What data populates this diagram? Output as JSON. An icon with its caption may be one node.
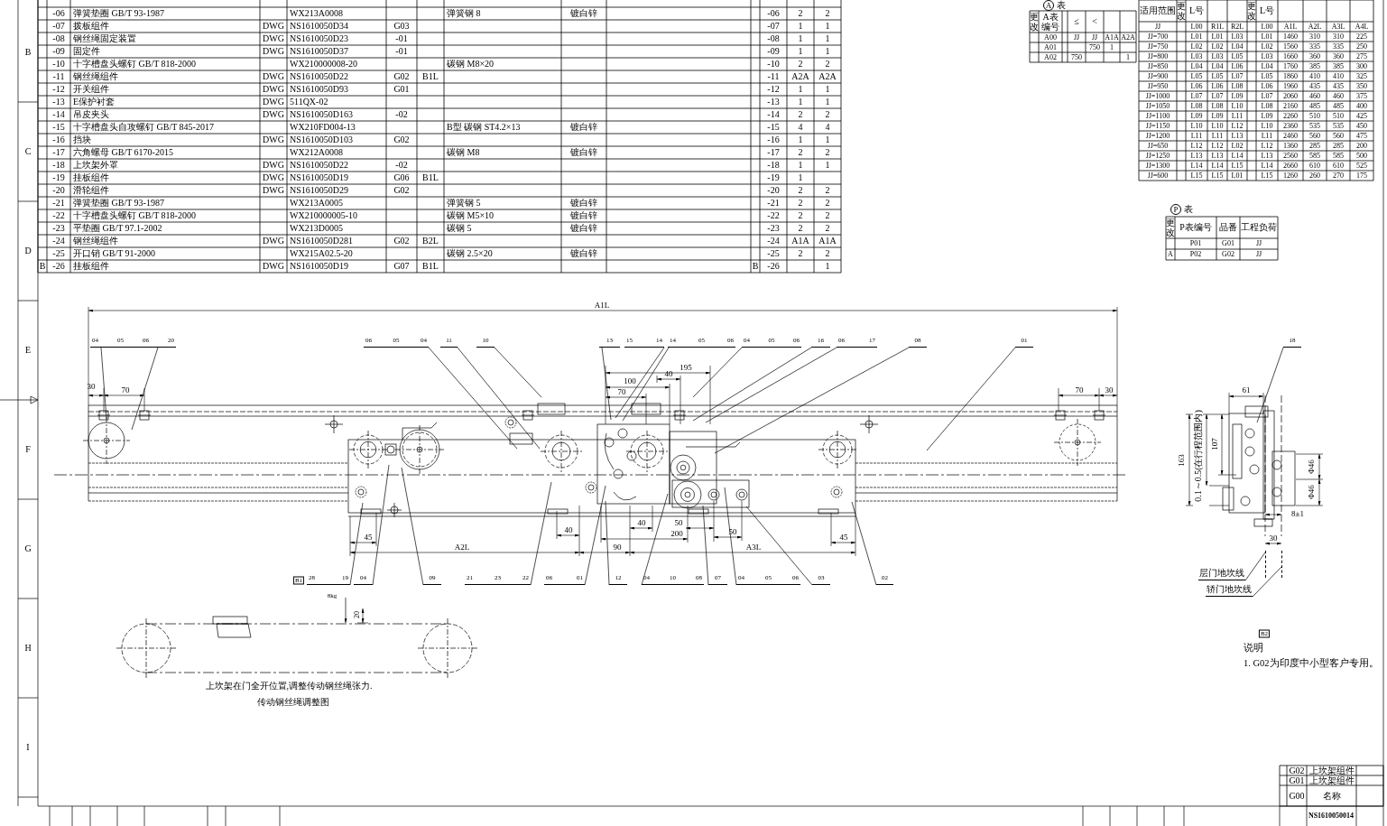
{
  "diagram": {
    "nodes": [
      {
        "text": [
          "04",
          "05",
          "06",
          "20"
        ]
      },
      {
        "text": [
          "06",
          "05",
          "04"
        ]
      },
      {
        "text": [
          "11"
        ]
      },
      {
        "text": [
          "10"
        ]
      },
      {
        "text": [
          "13"
        ]
      },
      {
        "text": [
          "15",
          "14"
        ]
      },
      {
        "text": [
          "14",
          "05",
          "06"
        ]
      },
      {
        "text": [
          "04",
          "05",
          "06"
        ]
      },
      {
        "text": [
          "16"
        ]
      },
      {
        "text": [
          "06",
          "17"
        ]
      },
      {
        "text": [
          "08"
        ]
      },
      {
        "text": [
          "01"
        ]
      },
      {
        "text": [
          "18"
        ]
      },
      {
        "text": [
          "28",
          "19"
        ]
      },
      {
        "text": [
          "04"
        ]
      },
      {
        "text": [
          "09"
        ]
      },
      {
        "text": [
          "21",
          "23",
          "22"
        ]
      },
      {
        "text": [
          "06",
          "01"
        ]
      },
      {
        "text": [
          "12"
        ]
      },
      {
        "text": [
          "04",
          "10",
          "08"
        ]
      },
      {
        "text": [
          "07"
        ]
      },
      {
        "text": [
          "04",
          "05",
          "06"
        ]
      },
      {
        "text": [
          "03"
        ]
      },
      {
        "text": [
          "02"
        ]
      },
      {
        "text": [
          "层门地坎线"
        ]
      },
      {
        "text": [
          "轿门地坎线"
        ]
      },
      {
        "text": [],
        "shape": "line"
      },
      {
        "text": [],
        "shape": "line"
      },
      {
        "text": [],
        "shape": "picture"
      },
      {
        "text": [],
        "shape": "picture"
      }
    ],
    "edges": [
      {
        "from": 0,
        "to": 28,
        "arrow": "none"
      },
      {
        "from": 0,
        "to": 28,
        "arrow": "none"
      },
      {
        "from": 1,
        "to": 28,
        "arrow": "none"
      },
      {
        "from": 2,
        "to": 28,
        "arrow": "none"
      },
      {
        "from": 3,
        "to": 28,
        "arrow": "none"
      },
      {
        "from": 4,
        "to": 28,
        "arrow": "none"
      },
      {
        "from": 5,
        "to": 28,
        "arrow": "none"
      },
      {
        "from": 6,
        "to": 28,
        "arrow": "none"
      },
      {
        "from": 7,
        "to": 28,
        "arrow": "none"
      },
      {
        "from": 8,
        "to": 28,
        "arrow": "none"
      },
      {
        "from": 9,
        "to": 28,
        "arrow": "none"
      },
      {
        "from": 10,
        "to": 28,
        "arrow": "none"
      },
      {
        "from": 11,
        "to": 28,
        "arrow": "none"
      },
      {
        "from": 12,
        "to": 29,
        "arrow": "none"
      },
      {
        "from": 13,
        "to": 28,
        "arrow": "none"
      },
      {
        "from": 14,
        "to": 28,
        "arrow": "none"
      },
      {
        "from": 15,
        "to": 28,
        "arrow": "none"
      },
      {
        "from": 16,
        "to": 28,
        "arrow": "none"
      },
      {
        "from": 17,
        "to": 28,
        "arrow": "none"
      },
      {
        "from": 18,
        "to": 28,
        "arrow": "none"
      },
      {
        "from": 19,
        "to": 28,
        "arrow": "none"
      },
      {
        "from": 20,
        "to": 28,
        "arrow": "none"
      },
      {
        "from": 21,
        "to": 28,
        "arrow": "none"
      },
      {
        "from": 22,
        "to": 28,
        "arrow": "none"
      },
      {
        "from": 23,
        "to": 28,
        "arrow": "none"
      },
      {
        "from": 24,
        "to": 26,
        "arrow": "none"
      },
      {
        "from": 25,
        "to": 27,
        "arrow": "none"
      }
    ],
    "labels": [
      "-06",
      "弹簧垫圈 GB/T 93-1987",
      "WX213A0008",
      "弹簧钢 8",
      "镀白锌",
      "-06",
      "2",
      "2",
      "-07",
      "拨板组件",
      "DWG",
      "NS1610050D34",
      "G03",
      "-07",
      "1",
      "1",
      "-08",
      "钢丝绳固定装置",
      "DWG",
      "NS1610050D23",
      "-01",
      "-08",
      "1",
      "1",
      "-09",
      "固定件",
      "DWG",
      "NS1610050D37",
      "-01",
      "-09",
      "1",
      "1",
      "-10",
      "十字槽盘头螺钉 GB/T 818-2000",
      "WX210000008-20",
      "碳钢 M8×20",
      "-10",
      "2",
      "2",
      "-11",
      "钢丝绳组件",
      "DWG",
      "NS1610050D22",
      "G02",
      "B1L",
      "-11",
      "A2A",
      "A2A",
      "-12",
      "开关组件",
      "DWG",
      "NS1610050D93",
      "G01",
      "-12",
      "1",
      "1",
      "-13",
      "E保护衬套",
      "DWG",
      "511QX-02",
      "-13",
      "1",
      "1",
      "-14",
      "吊皮夹头",
      "DWG",
      "NS1610050D163",
      "-02",
      "-14",
      "2",
      "2",
      "-15",
      "十字槽盘头自攻螺钉 GB/T 845-2017",
      "WX210FD004-13",
      "B型 碳钢 ST4.2×13",
      "镀白锌",
      "-15",
      "4",
      "4",
      "-16",
      "挡块",
      "DWG",
      "NS1610050D103",
      "G02",
      "-16",
      "1",
      "1",
      "-17",
      "六角螺母 GB/T 6170-2015",
      "WX212A0008",
      "碳钢 M8",
      "镀白锌",
      "-17",
      "2",
      "2",
      "-18",
      "上坎架外罩",
      "DWG",
      "NS1610050D22",
      "-02",
      "-18",
      "1",
      "1",
      "-19",
      "挂板组件",
      "DWG",
      "NS1610050D19",
      "G06",
      "B1L",
      "-19",
      "1",
      "-20",
      "滑轮组件",
      "DWG",
      "NS1610050D29",
      "G02",
      "-20",
      "2",
      "2",
      "-21",
      "弹簧垫圈 GB/T 93-1987",
      "WX213A0005",
      "弹簧钢 5",
      "镀白锌",
      "-21",
      "2",
      "2",
      "-22",
      "十字槽盘头螺钉 GB/T 818-2000",
      "WX210000005-10",
      "碳钢 M5×10",
      "镀白锌",
      "-22",
      "2",
      "2",
      "-23",
      "平垫圈 GB/T 97.1-2002",
      "WX213D0005",
      "碳钢 5",
      "镀白锌",
      "-23",
      "2",
      "2",
      "-24",
      "钢丝绳组件",
      "DWG",
      "NS1610050D281",
      "G02",
      "B2L",
      "-24",
      "A1A",
      "A1A",
      "-25",
      "开口销 GB/T 91-2000",
      "WX215A02.5-20",
      "碳钢 2.5×20",
      "镀白锌",
      "-25",
      "2",
      "2",
      "B",
      "-26",
      "挂板组件",
      "DWG",
      "NS1610050D19",
      "G07",
      "B1L",
      "B",
      "-26",
      "1",
      "A",
      "表",
      "更改",
      "A表编号",
      "≤",
      "<",
      "A00",
      "JJ",
      "JJ",
      "A1A",
      "A2A",
      "A01",
      "750",
      "1",
      "A02",
      "750",
      "1",
      "适用范围",
      "更改",
      "L号",
      "更改",
      "L号",
      "JJ",
      "L00",
      "R1L",
      "R2L",
      "L00",
      "A1L",
      "A2L",
      "A3L",
      "A4L",
      "JJ=700",
      "L01",
      "L01",
      "L03",
      "L01",
      "1460",
      "310",
      "310",
      "225",
      "JJ=750",
      "L02",
      "L02",
      "L04",
      "L02",
      "1560",
      "335",
      "335",
      "250",
      "JJ=800",
      "L03",
      "L03",
      "L05",
      "L03",
      "1660",
      "360",
      "360",
      "275",
      "JJ=850",
      "L04",
      "L04",
      "L06",
      "L04",
      "1760",
      "385",
      "385",
      "300",
      "JJ=900",
      "L05",
      "L05",
      "L07",
      "L05",
      "1860",
      "410",
      "410",
      "325",
      "JJ=950",
      "L06",
      "L06",
      "L08",
      "L06",
      "1960",
      "435",
      "435",
      "350",
      "JJ=1000",
      "L07",
      "L07",
      "L09",
      "L07",
      "2060",
      "460",
      "460",
      "375",
      "JJ=1050",
      "L08",
      "L08",
      "L10",
      "L08",
      "2160",
      "485",
      "485",
      "400",
      "JJ=1100",
      "L09",
      "L09",
      "L11",
      "L09",
      "2260",
      "510",
      "510",
      "425",
      "JJ=1150",
      "L10",
      "L10",
      "L12",
      "L10",
      "2360",
      "535",
      "535",
      "450",
      "JJ=1200",
      "L11",
      "L11",
      "L13",
      "L11",
      "2460",
      "560",
      "560",
      "475",
      "JJ=650",
      "L12",
      "L12",
      "L02",
      "L12",
      "1360",
      "285",
      "285",
      "200",
      "JJ=1250",
      "L13",
      "L13",
      "L14",
      "L13",
      "2560",
      "585",
      "585",
      "500",
      "JJ=1300",
      "L14",
      "L14",
      "L15",
      "L14",
      "2660",
      "610",
      "610",
      "525",
      "JJ=600",
      "L15",
      "L15",
      "L01",
      "L15",
      "1260",
      "260",
      "270",
      "175",
      "P",
      "表",
      "更改",
      "P表编号",
      "品番",
      "工程负荷",
      "P01",
      "G01",
      "JJ",
      "A",
      "P02",
      "G02",
      "JJ",
      "A1L",
      "30",
      "70",
      "70",
      "30",
      "195",
      "100",
      "40",
      "70",
      "40",
      "45",
      "A2L",
      "90",
      "40",
      "200",
      "50",
      "50",
      "A3L",
      "45",
      "61",
      "163",
      "0.1～0.5(在行程范围内)",
      "107",
      "Φ46",
      "Φ46",
      "8±1",
      "30",
      "B1",
      "8kg",
      "20",
      "上坎架在门全开位置,调整传动钢丝绳张力.",
      "传动钢丝绳调整图",
      "B2",
      "说明",
      "1. G02为印度中小型客户专用。",
      "G02",
      "上坎架组件",
      "G01",
      "上坎架组件",
      "G00",
      "名称",
      "NS1610050014",
      "B",
      "C",
      "D",
      "E",
      "F",
      "G",
      "H",
      "I"
    ]
  }
}
